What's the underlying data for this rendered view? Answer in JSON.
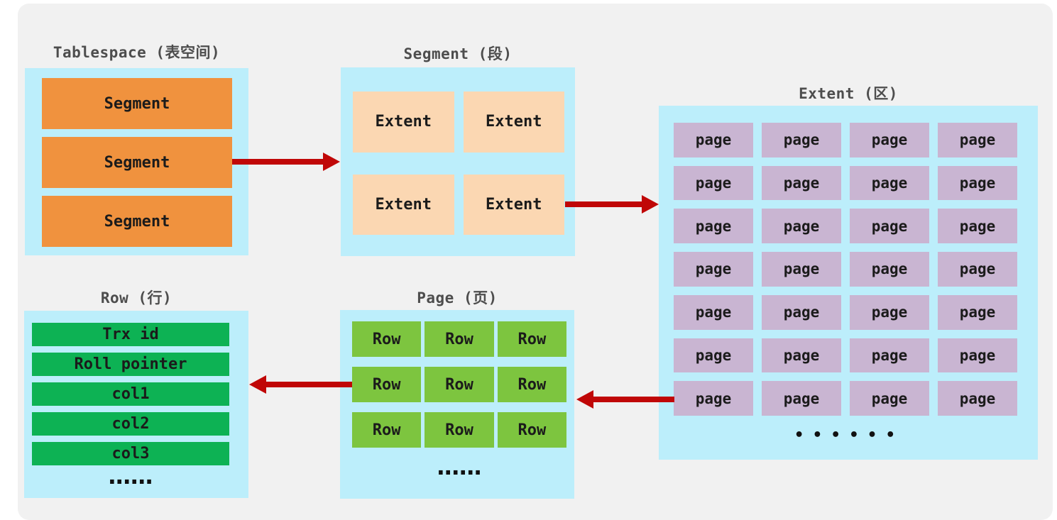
{
  "colors": {
    "page_bg": "#ffffff",
    "card_bg": "#f1f1f1",
    "container_blue": "#bceefb",
    "segment_orange": "#f0923e",
    "extent_peach": "#fbd7b2",
    "page_purple": "#c9b5d2",
    "row_green": "#7dc53f",
    "field_green": "#0db254",
    "arrow_red": "#c00707",
    "title_text": "#4d4d4d",
    "label_text": "#1b1b1b",
    "dots_black": "#111111"
  },
  "tablespace": {
    "title": "Tablespace (表空间)",
    "segments": [
      "Segment",
      "Segment",
      "Segment"
    ]
  },
  "segment": {
    "title": "Segment (段)",
    "extents": [
      "Extent",
      "Extent",
      "Extent",
      "Extent"
    ]
  },
  "extent": {
    "title": "Extent (区)",
    "page_label": "page",
    "grid": {
      "rows": 7,
      "cols": 4
    },
    "ellipsis": "• • • • • •"
  },
  "page": {
    "title": "Page (页)",
    "row_label": "Row",
    "grid": {
      "rows": 3,
      "cols": 3
    },
    "ellipsis": "......"
  },
  "row": {
    "title": "Row (行)",
    "fields": [
      "Trx id",
      "Roll pointer",
      "col1",
      "col2",
      "col3"
    ],
    "ellipsis": "......"
  }
}
